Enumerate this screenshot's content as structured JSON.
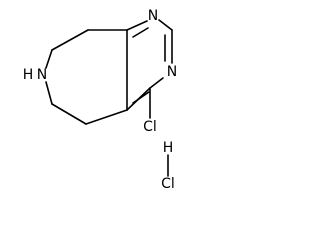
{
  "molecule": {
    "atoms": {
      "n_top": "N",
      "n_right": "N",
      "nh_left": "H",
      "nh_n": "N",
      "cl": "Cl",
      "hcl_h": "H",
      "hcl_cl": "Cl"
    }
  }
}
